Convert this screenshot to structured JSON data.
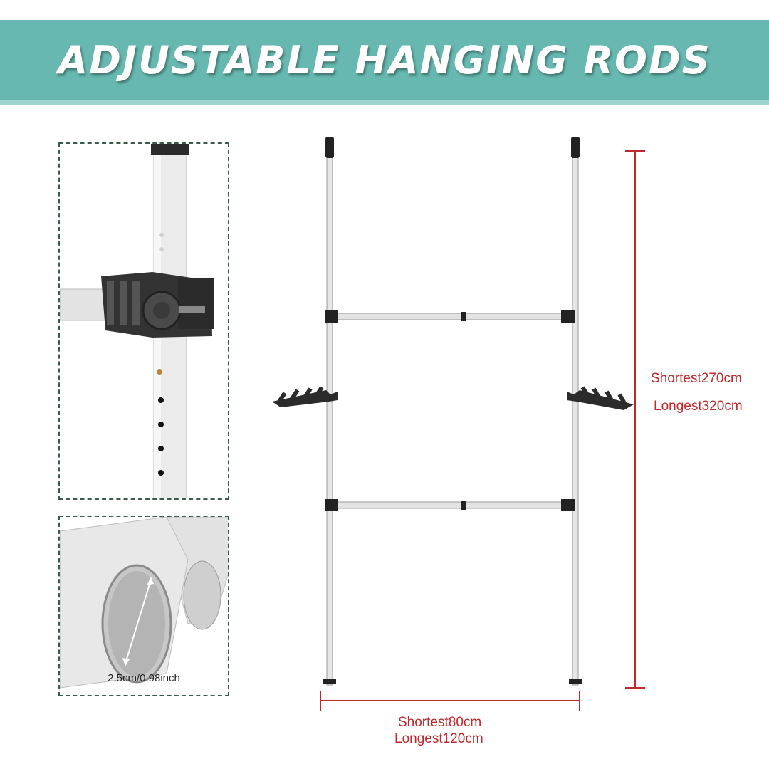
{
  "banner": {
    "title": "ADJUSTABLE HANGING RODS"
  },
  "detail_pipe": {
    "diameter_label": "2.5cm/0.98inch"
  },
  "dimensions": {
    "height_shortest": "Shortest270cm",
    "height_longest": "Longest320cm",
    "width_shortest": "Shortest80cm",
    "width_longest": "Longest120cm"
  },
  "colors": {
    "banner": "#66b8b0",
    "dimension_text": "#c0282d",
    "panel_border": "#3a5a4a",
    "pole": "#e6e6e6",
    "fitting": "#222222"
  }
}
